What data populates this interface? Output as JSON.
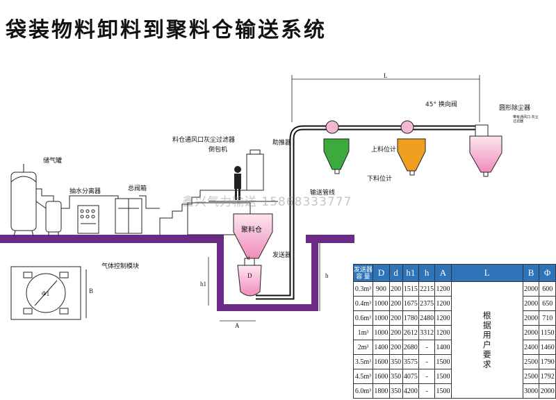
{
  "title": "袋装物料卸料到聚料仓输送系统",
  "watermark": "鑫兴气力输送 15868333777",
  "labels": {
    "gas_tank": "储气罐",
    "water_separator": "抽水分离器",
    "main_valve": "总阀箱",
    "gas_control": "气体控制模块",
    "vent_filter": "料仓通风口灰尘过滤器",
    "bag_unloader": "倒包机",
    "booster": "助推器",
    "bin": "聚料仓",
    "sender": "发送器",
    "pipe": "输送管线",
    "diverter": "45° 换向阀",
    "dust_collector": "圆形除尘器",
    "upper_level": "上料位计",
    "lower_level": "下料位计",
    "tiny_note": "带有通风口 灰尘过滤器"
  },
  "dims": {
    "L": "L",
    "h": "h",
    "h1": "h1",
    "A": "A",
    "B": "B",
    "D": "D",
    "d": "d",
    "phi": "Φ1"
  },
  "table": {
    "headers": [
      "发送器 容 量",
      "D",
      "d",
      "h1",
      "h",
      "A",
      "L",
      "B",
      "Φ"
    ],
    "note": "根据用户要求",
    "rows": [
      [
        "0.3m³",
        "900",
        "200",
        "1515",
        "2215",
        "1200",
        "2000",
        "600"
      ],
      [
        "0.4m³",
        "1000",
        "200",
        "1675",
        "2375",
        "1200",
        "2000",
        "650"
      ],
      [
        "0.6m³",
        "1000",
        "200",
        "1780",
        "2480",
        "1200",
        "2000",
        "710"
      ],
      [
        "1m³",
        "1000",
        "200",
        "2612",
        "3312",
        "1200",
        "2000",
        "1150"
      ],
      [
        "2m³",
        "1400",
        "200",
        "2680",
        "-",
        "1400",
        "2400",
        "1460"
      ],
      [
        "3.5m³",
        "1600",
        "350",
        "3575",
        "-",
        "1500",
        "2500",
        "1790"
      ],
      [
        "4.5m³",
        "1600",
        "350",
        "4075",
        "-",
        "1500",
        "2500",
        "1792"
      ],
      [
        "6.0m³",
        "1800",
        "350",
        "4200",
        "-",
        "1500",
        "3000",
        "2000"
      ]
    ]
  },
  "colors": {
    "floor": "#6b2a86",
    "pink": "#f5b8d2",
    "green": "#3caa3c",
    "orange": "#f0a020",
    "blue_header": "#2f74b8"
  }
}
